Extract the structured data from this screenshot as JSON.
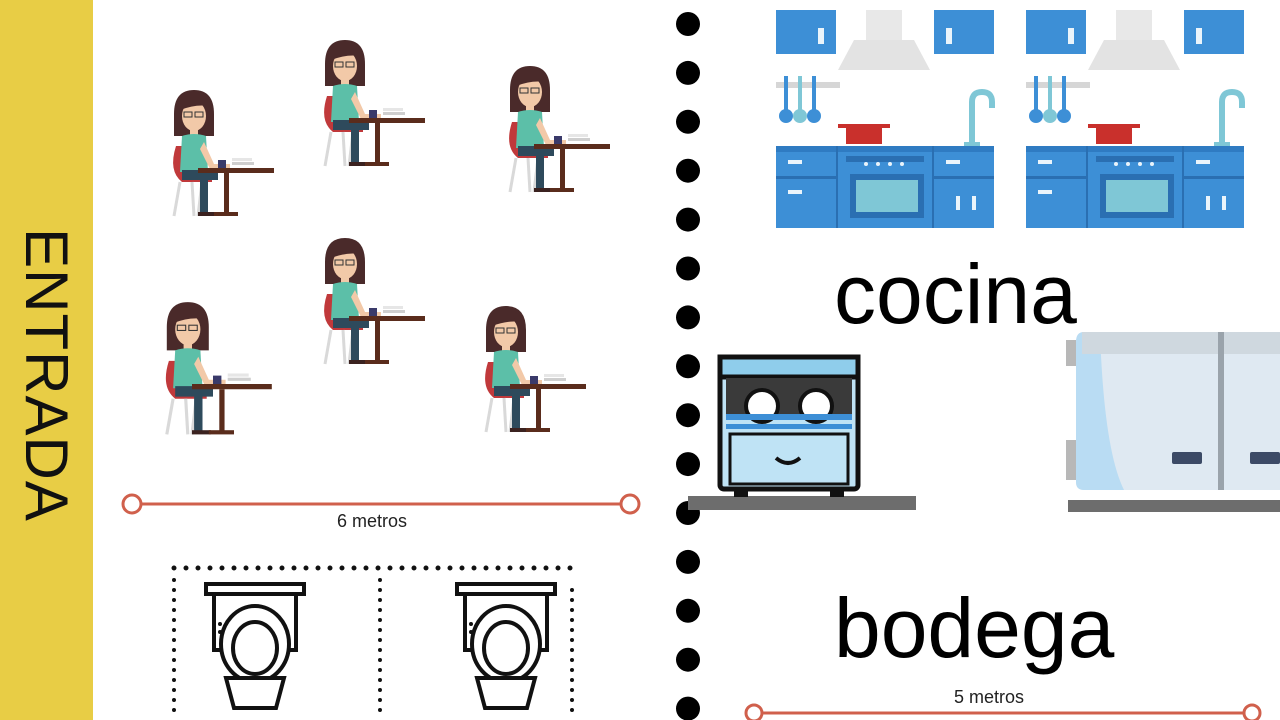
{
  "entrance": {
    "label": "ENTRADA"
  },
  "dining": {
    "measure_label": "6 metros",
    "diners": 6
  },
  "restrooms": {
    "toilets": 2
  },
  "kitchen": {
    "label": "cocina"
  },
  "storage": {
    "label": "bodega",
    "measure_label": "5 metros"
  },
  "colors": {
    "entrance_bar": "#e8cd45",
    "measure_line": "#d0604c",
    "kitchen_blue": "#3d8fd6",
    "chair_red": "#c0393b",
    "shirt_teal": "#5cbfa8"
  },
  "icons": [
    "woman-at-table-icon",
    "toilet-icon",
    "kitchen-counter-icon",
    "dishwasher-icon",
    "refrigerator-icon"
  ]
}
